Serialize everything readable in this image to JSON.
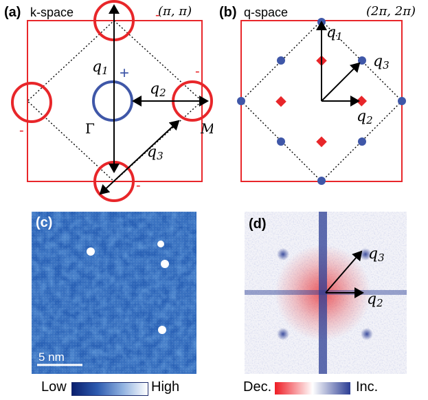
{
  "panels": {
    "a": {
      "tag": "(a)",
      "title": "k-space",
      "corner": "(π, π)",
      "q1": "q",
      "q1_sub": "1",
      "q2": "q",
      "q2_sub": "2",
      "q3": "q",
      "q3_sub": "3",
      "gamma": "Γ",
      "m": "M",
      "plus": "+",
      "minus": "-"
    },
    "b": {
      "tag": "(b)",
      "title": "q-space",
      "corner": "(2π, 2π)",
      "q1": "q",
      "q1_sub": "1",
      "q2": "q",
      "q2_sub": "2",
      "q3": "q",
      "q3_sub": "3"
    },
    "c": {
      "tag": "(c)",
      "scalebar": "5 nm"
    },
    "d": {
      "tag": "(d)",
      "q3": "q",
      "q3_sub": "3",
      "q2": "q",
      "q2_sub": "2"
    }
  },
  "colorbars": {
    "c": {
      "low": "Low",
      "high": "High",
      "from": "#0a1f6e",
      "to": "#ffffff"
    },
    "d": {
      "low": "Dec.",
      "high": "Inc.",
      "from": "#ee1c24",
      "mid": "#ffffff",
      "to": "#2b3d94"
    }
  },
  "colors": {
    "red": "#e8262a",
    "blue": "#3f57a8",
    "black": "#000000"
  }
}
